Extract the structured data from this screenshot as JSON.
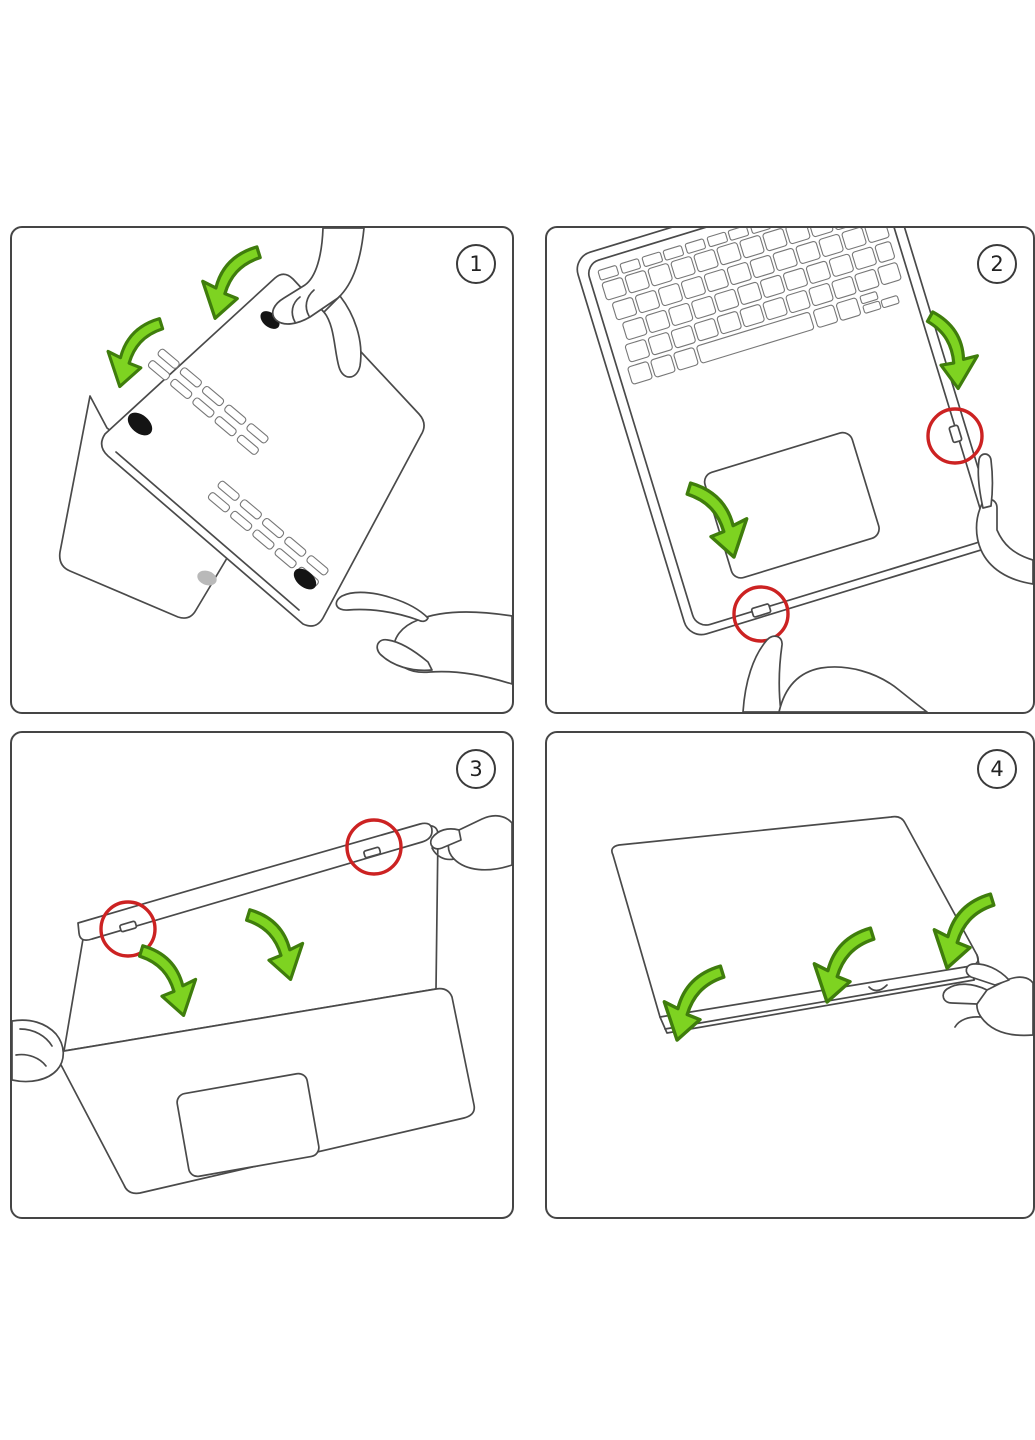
{
  "panels": [
    {
      "number": "1",
      "illustration": "press-bottom-case",
      "green_arrows": 2,
      "red_circles": 0
    },
    {
      "number": "2",
      "illustration": "snap-side-clips",
      "green_arrows": 2,
      "red_circles": 2
    },
    {
      "number": "3",
      "illustration": "align-top-cover-clips",
      "green_arrows": 2,
      "red_circles": 2
    },
    {
      "number": "4",
      "illustration": "press-top-cover-closed",
      "green_arrows": 3,
      "red_circles": 0
    }
  ],
  "colors": {
    "background": "#ffffff",
    "line": "#4a4a4a",
    "panel_border": "#454545",
    "arrow_green_fill": "#7ed321",
    "arrow_green_stroke": "#3f7d0c",
    "highlight_red": "#cc2222",
    "foot_black": "#141414",
    "key_stroke": "#777777",
    "logo_gray": "#b9b9b9"
  },
  "icons": {
    "green_arrow": "curved-arrow-down",
    "red_circle": "clip-highlight-ring",
    "step_badge": "circled-number"
  }
}
